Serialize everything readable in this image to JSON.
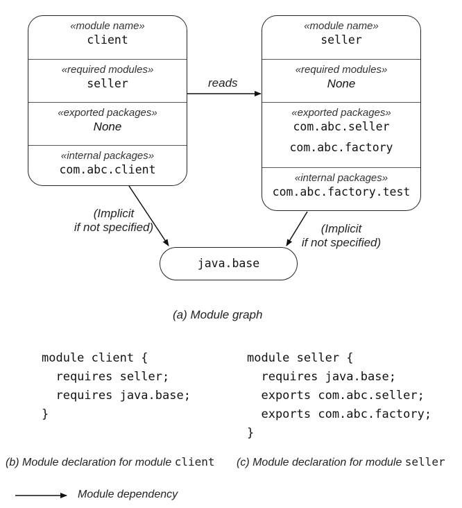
{
  "client": {
    "name_st": "«module name»",
    "name": "client",
    "req_st": "«required modules»",
    "req": "seller",
    "exp_st": "«exported packages»",
    "exp": "None",
    "int_st": "«internal packages»",
    "int": "com.abc.client"
  },
  "seller": {
    "name_st": "«module name»",
    "name": "seller",
    "req_st": "«required modules»",
    "req": "None",
    "exp_st": "«exported packages»",
    "exp1": "com.abc.seller",
    "exp2": "com.abc.factory",
    "int_st": "«internal packages»",
    "int": "com.abc.factory.test"
  },
  "reads_label": "reads",
  "implicit_left": [
    "(Implicit",
    "if not specified)"
  ],
  "implicit_right": [
    "(Implicit",
    "if not specified)"
  ],
  "java_base": "java.base",
  "caption_a": "(a) Module graph",
  "code_client": [
    "module client {",
    "  requires seller;",
    "  requires java.base;",
    "}"
  ],
  "code_seller": [
    "module seller {",
    "  requires java.base;",
    "  exports com.abc.seller;",
    "  exports com.abc.factory;",
    "}"
  ],
  "caption_b": {
    "text": "(b) Module declaration for module ",
    "mono": "client"
  },
  "caption_c": {
    "text": "(c) Module declaration for module ",
    "mono": "seller"
  },
  "legend_label": "Module dependency"
}
